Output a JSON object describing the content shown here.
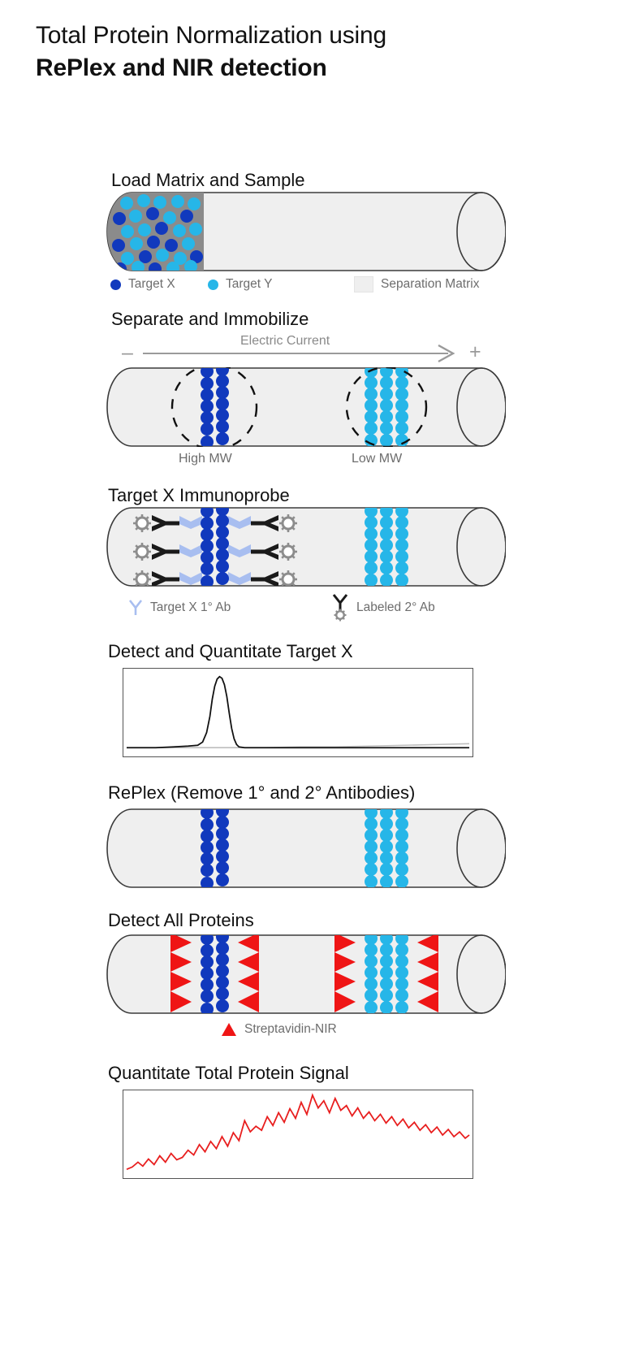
{
  "title": {
    "line1": "Total Protein Normalization using",
    "line2": "RePlex and NIR detection"
  },
  "colors": {
    "target_x": "#1139bd",
    "target_y": "#26b6e8",
    "matrix": "#efefef",
    "loading_zone": "#8b8b8b",
    "primary_ab": "#a8bef0",
    "secondary_ab": "#1a1a1a",
    "streptavidin_nir": "#ef1515",
    "tube_outline": "#3b3b3b",
    "text_gray": "#6d6d6d",
    "trace_black": "#111111",
    "trace_red": "#e81e1e"
  },
  "steps": [
    {
      "id": "load",
      "title": "Load Matrix and Sample",
      "legend": [
        {
          "icon": "dot-icon",
          "color": "#1139bd",
          "label": "Target X"
        },
        {
          "icon": "dot-icon",
          "color": "#26b6e8",
          "label": "Target Y"
        },
        {
          "icon": "square-icon",
          "color": "#efefef",
          "label": "Separation Matrix"
        }
      ]
    },
    {
      "id": "separate",
      "title": "Separate and Immobilize",
      "current_label": "Electric Current",
      "negative_sign": "–",
      "positive_sign": "+",
      "band_labels": [
        {
          "label": "High MW"
        },
        {
          "label": "Low MW"
        }
      ]
    },
    {
      "id": "immunoprobe",
      "title": "Target X Immunoprobe",
      "legend": [
        {
          "icon": "antibody-y-icon",
          "color": "#a8bef0",
          "label": "Target X 1° Ab"
        },
        {
          "icon": "antibody-y-labeled-icon",
          "color": "#1a1a1a",
          "label": "Labeled 2° Ab"
        }
      ]
    },
    {
      "id": "detect-target-x",
      "title": "Detect and Quantitate Target X"
    },
    {
      "id": "replex",
      "title": "RePlex (Remove 1° and 2° Antibodies)"
    },
    {
      "id": "detect-all",
      "title": "Detect All Proteins",
      "legend": [
        {
          "icon": "triangle-icon",
          "color": "#ef1515",
          "label": "Streptavidin-NIR"
        }
      ]
    },
    {
      "id": "quantitate-total",
      "title": "Quantitate Total Protein Signal"
    }
  ],
  "chart_data": [
    {
      "id": "target-x-trace",
      "type": "line",
      "title": "Detect and Quantitate Target X",
      "xlabel": "",
      "ylabel": "",
      "series": [
        {
          "name": "Target X signal",
          "color": "#111111",
          "x": [
            0,
            4,
            8,
            12,
            16,
            20,
            22,
            24,
            25,
            26,
            27,
            28,
            29,
            30,
            31,
            32,
            33,
            34,
            35,
            36,
            38,
            42,
            48,
            55,
            62,
            70,
            78,
            86,
            94,
            100
          ],
          "y": [
            2,
            2,
            2,
            2,
            3,
            4,
            6,
            14,
            32,
            58,
            80,
            93,
            98,
            96,
            88,
            72,
            50,
            30,
            16,
            8,
            4,
            3,
            3,
            3,
            3,
            3,
            3,
            3,
            3,
            3
          ]
        },
        {
          "name": "Baseline",
          "color": "#bdbdbd",
          "x": [
            0,
            10,
            20,
            30,
            40,
            50,
            60,
            70,
            80,
            90,
            100
          ],
          "y": [
            2,
            2,
            2,
            2,
            2,
            3,
            3,
            3,
            4,
            4,
            5
          ]
        }
      ],
      "xlim": [
        0,
        100
      ],
      "ylim": [
        0,
        100
      ],
      "grid": false,
      "legend_position": "none"
    },
    {
      "id": "total-protein-trace",
      "type": "line",
      "title": "Quantitate Total Protein Signal",
      "xlabel": "",
      "ylabel": "",
      "series": [
        {
          "name": "Total protein signal",
          "color": "#e81e1e",
          "x": [
            0,
            2,
            4,
            6,
            8,
            10,
            12,
            14,
            16,
            18,
            20,
            22,
            24,
            26,
            28,
            30,
            32,
            34,
            36,
            38,
            40,
            42,
            44,
            46,
            48,
            50,
            52,
            54,
            56,
            58,
            60,
            62,
            64,
            66,
            68,
            70,
            72,
            74,
            76,
            78,
            80,
            82,
            84,
            86,
            88,
            90,
            92,
            94,
            96,
            98,
            100
          ],
          "y": [
            6,
            8,
            13,
            9,
            16,
            11,
            20,
            14,
            22,
            17,
            19,
            25,
            21,
            30,
            24,
            33,
            28,
            38,
            31,
            42,
            36,
            56,
            45,
            51,
            47,
            62,
            54,
            66,
            58,
            71,
            63,
            78,
            68,
            86,
            74,
            80,
            70,
            84,
            72,
            76,
            66,
            72,
            62,
            68,
            58,
            64,
            54,
            58,
            48,
            54,
            44
          ]
        }
      ],
      "xlim": [
        0,
        100
      ],
      "ylim": [
        0,
        100
      ],
      "grid": false,
      "legend_position": "none"
    }
  ]
}
